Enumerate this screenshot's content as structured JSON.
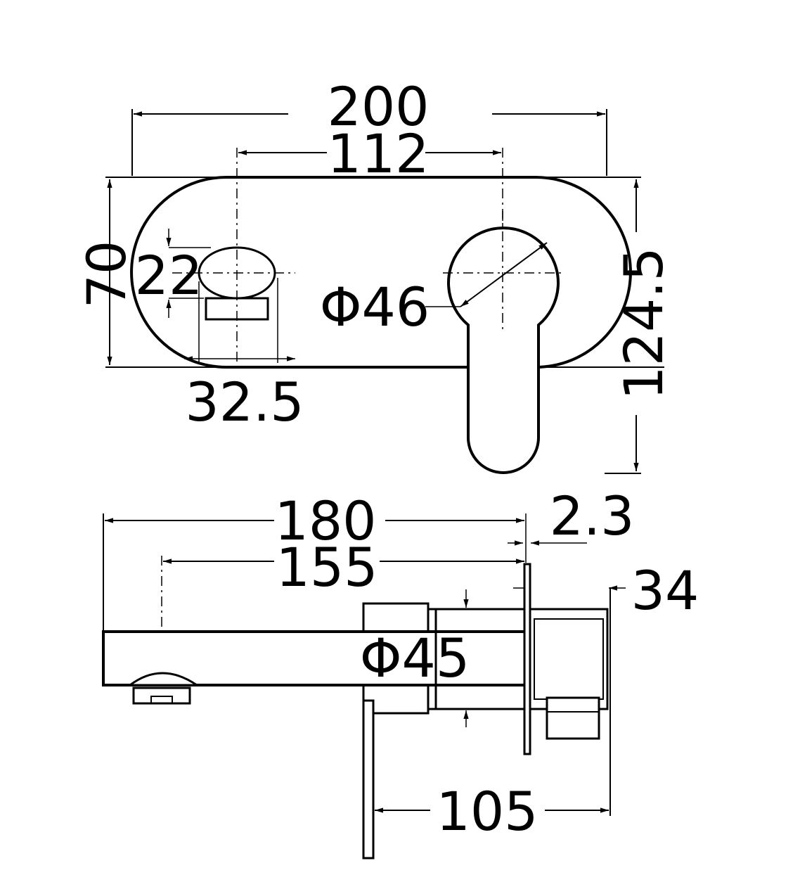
{
  "drawing": {
    "front_view": {
      "width_overall": "200",
      "width_centres": "112",
      "plate_height": "70",
      "spout_outlet_height": "22",
      "spout_outlet_offset": "32.5",
      "handle_diameter": "Φ46",
      "total_height": "124.5"
    },
    "side_view": {
      "spout_length_total": "180",
      "spout_length_outlet": "155",
      "plate_thickness": "2.3",
      "body_depth": "34",
      "body_diameter": "Φ45",
      "handle_projection": "105"
    }
  }
}
